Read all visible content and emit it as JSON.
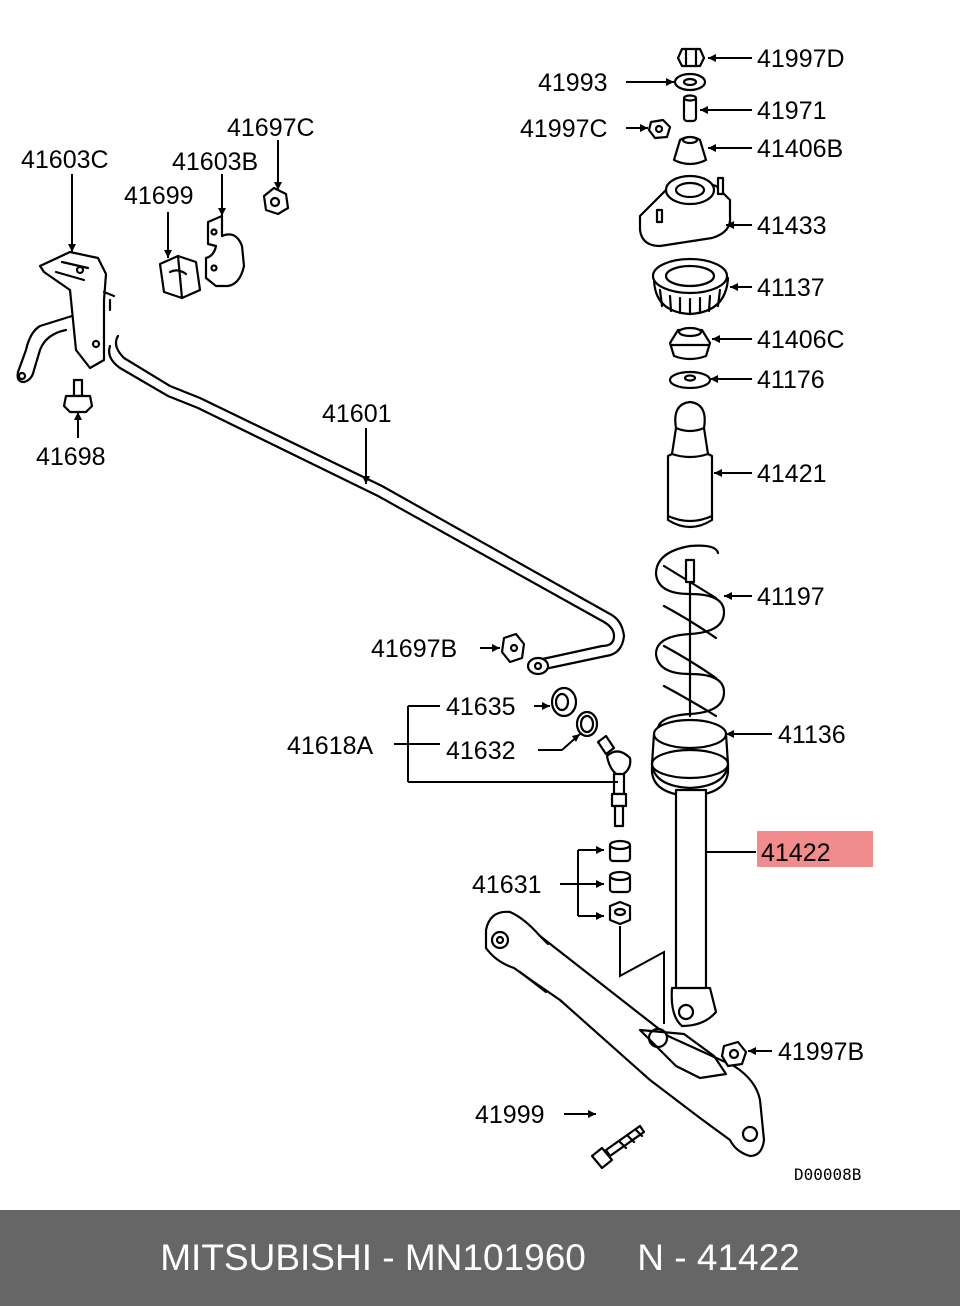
{
  "diagram": {
    "parts": {
      "p41997D": "41997D",
      "p41993": "41993",
      "p41971": "41971",
      "p41997C": "41997C",
      "p41406B": "41406B",
      "p41433": "41433",
      "p41137": "41137",
      "p41406C": "41406C",
      "p41176": "41176",
      "p41421": "41421",
      "p41197": "41197",
      "p41136": "41136",
      "p41422": "41422",
      "p41997B": "41997B",
      "p41999": "41999",
      "p41631": "41631",
      "p41618A": "41618A",
      "p41635": "41635",
      "p41632": "41632",
      "p41697B": "41697B",
      "p41601": "41601",
      "p41603C": "41603C",
      "p41697C": "41697C",
      "p41603B": "41603B",
      "p41699": "41699",
      "p41698": "41698"
    },
    "highlight_color": "#f28b8b",
    "highlighted_part": "41422",
    "drawing_code": "D00008B"
  },
  "footer": {
    "text": "MITSUBISHI - MN101960     N - 41422"
  }
}
